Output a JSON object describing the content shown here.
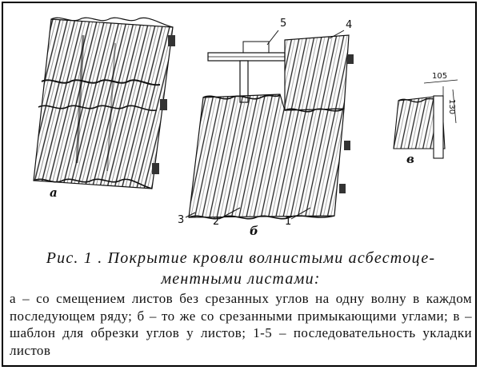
{
  "figure": {
    "label_a": "а",
    "label_b": "б",
    "label_v": "в",
    "numbers": {
      "n1": "1",
      "n2": "2",
      "n3": "3",
      "n4": "4",
      "n5": "5"
    },
    "dimension_105": "105",
    "dimension_130": "130"
  },
  "caption": {
    "title_line1": "Рис. 1 . Покрытие кровли волнистыми асбестоце-",
    "title_line2": "ментными листами:",
    "body": "а – со смещением листов без срезанных углов на одну волну в каждом последующем ряду; б – то же со срезанными примыкающими углами; в – шаблон для обрезки углов у листов; 1-5 – последовательность укладки листов"
  }
}
